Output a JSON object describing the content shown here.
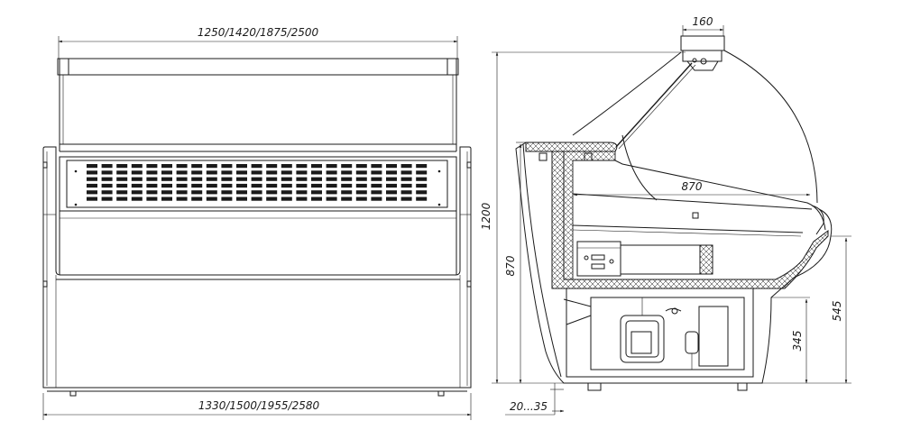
{
  "dimensions": {
    "front_top_width": "1250/1420/1875/2500",
    "front_bottom_width": "1330/1500/1955/2580",
    "side_lamp_width": "160",
    "side_total_height": "1200",
    "side_counter_height": "870",
    "side_shelf_depth": "870",
    "side_front_height": "545",
    "side_base_height": "345",
    "side_foot_adjust": "20...35"
  }
}
